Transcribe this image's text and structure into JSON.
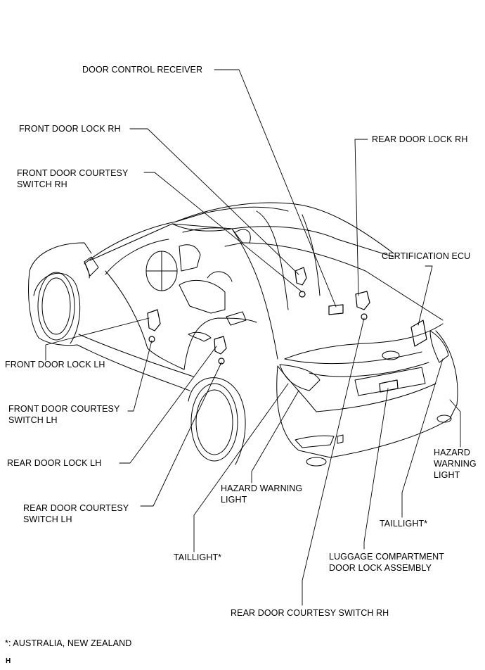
{
  "labels": {
    "door_control_receiver": "DOOR CONTROL RECEIVER",
    "front_door_lock_rh": "FRONT DOOR LOCK RH",
    "front_door_courtesy_switch_rh_1": "FRONT DOOR COURTESY",
    "front_door_courtesy_switch_rh_2": "SWITCH RH",
    "rear_door_lock_rh": "REAR DOOR LOCK RH",
    "certification_ecu": "CERTIFICATION ECU",
    "front_door_lock_lh": "FRONT DOOR LOCK LH",
    "front_door_courtesy_switch_lh_1": "FRONT DOOR COURTESY",
    "front_door_courtesy_switch_lh_2": "SWITCH LH",
    "rear_door_lock_lh": "REAR DOOR LOCK  LH",
    "rear_door_courtesy_switch_lh_1": "REAR DOOR COURTESY",
    "rear_door_courtesy_switch_lh_2": "SWITCH LH",
    "hazard_warning_light_center_1": "HAZARD WARNING",
    "hazard_warning_light_center_2": "LIGHT",
    "hazard_warning_light_right_1": "HAZARD",
    "hazard_warning_light_right_2": "WARNING",
    "hazard_warning_light_right_3": "LIGHT",
    "taillight_left": "TAILLIGHT*",
    "taillight_right": "TAILLIGHT*",
    "luggage_compartment_1": "LUGGAGE COMPARTMENT",
    "luggage_compartment_2": "DOOR LOCK ASSEMBLY",
    "rear_door_courtesy_switch_rh": "REAR DOOR COURTESY SWITCH RH"
  },
  "footnote": "*: AUSTRALIA, NEW ZEALAND",
  "figure_code": "H",
  "colors": {
    "line": "#000000",
    "background": "#ffffff"
  }
}
